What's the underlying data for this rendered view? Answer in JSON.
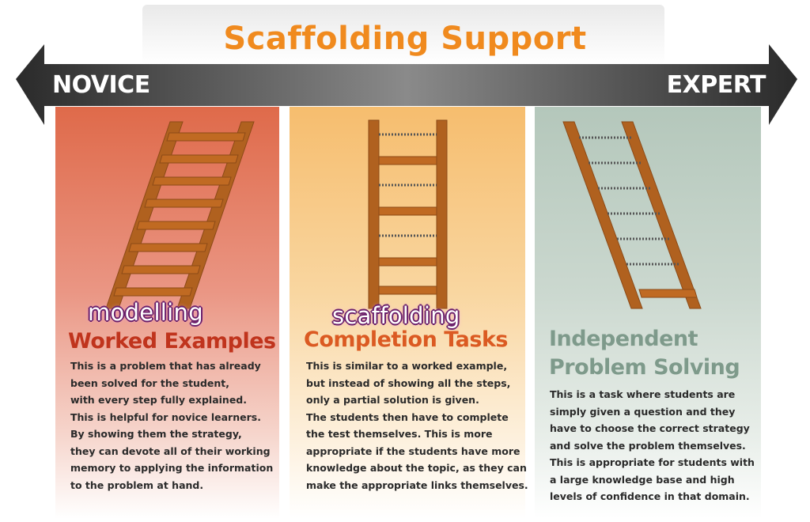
{
  "title": "Scaffolding Support",
  "arrow": {
    "left_label": "NOVICE",
    "right_label": "EXPERT"
  },
  "panels": [
    {
      "overlay_label": "modelling",
      "heading": "Worked Examples",
      "color": "#c0341d",
      "description": [
        "This is a problem that has already",
        "been solved for the student,",
        "with every step fully explained.",
        "This is helpful for novice learners.",
        "By showing them the strategy,",
        "they can devote all of their working",
        "memory to applying the information",
        "to the problem at hand."
      ]
    },
    {
      "overlay_label": "scaffolding",
      "heading": "Completion Tasks",
      "color": "#db5a22",
      "description": [
        "This is similar to a worked example,",
        "but instead of showing all the steps,",
        "only a partial solution is given.",
        "The students then have to complete",
        "the test themselves. This is more",
        "appropriate if the students have more",
        "knowledge about the topic, as they can",
        "make the appropriate links themselves."
      ]
    },
    {
      "heading_lines": [
        "Independent",
        "Problem Solving"
      ],
      "color": "#7e9a8b",
      "description": [
        "This is a task where students are",
        "simply given a question and they",
        "have to choose the correct strategy",
        "and solve the problem themselves.",
        "This is appropriate for students with",
        "a large knowledge base and high",
        "levels of confidence in that domain."
      ]
    }
  ]
}
